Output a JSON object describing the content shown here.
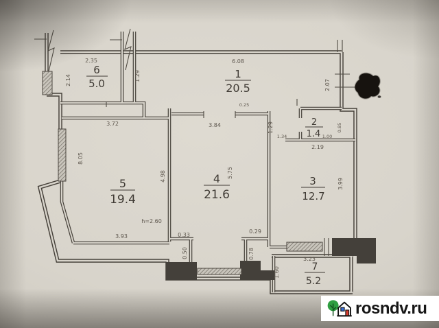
{
  "watermark": {
    "text": "rosndv.ru"
  },
  "rooms": {
    "r1": {
      "number": "1",
      "area": "20.5"
    },
    "r2": {
      "number": "2",
      "area": "1.4"
    },
    "r3": {
      "number": "3",
      "area": "12.7"
    },
    "r4": {
      "number": "4",
      "area": "21.6"
    },
    "r5": {
      "number": "5",
      "area": "19.4"
    },
    "r6": {
      "number": "6",
      "area": "5.0"
    },
    "r7": {
      "number": "7",
      "area": "5.2"
    }
  },
  "dims": {
    "r6_top": "2.35",
    "r6_left": "2.14",
    "r6_right": "1.29",
    "r1_top": "6.08",
    "r1_right": "2.07",
    "r2_left": "1.34",
    "r2_side": "1.00",
    "r2_right": "0.85",
    "r2_bottom": "2.19",
    "r4_top": "3.84",
    "r4_gap": "0.25",
    "r4_right_top": "1.29",
    "r4_side": "5.75",
    "r4_bottom_left": "0.33",
    "r4_bottom_right": "0.29",
    "r4_bl_v": "0.50",
    "r4_br_v": "0.78",
    "r5_top": "3.72",
    "r5_left": "8.05",
    "r5_right": "4.98",
    "r5_bottom": "3.93",
    "height_note": "h=2.60",
    "r3_right": "3.99",
    "r7_top": "3.23",
    "r7_left": "1.60"
  }
}
